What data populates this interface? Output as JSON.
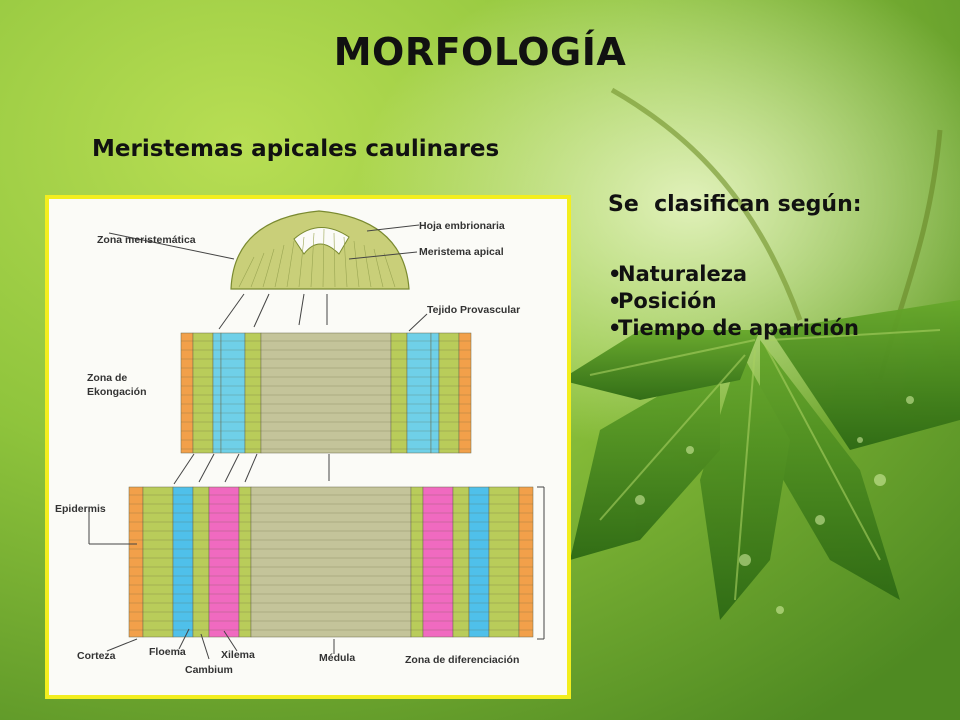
{
  "slide": {
    "title": "MORFOLOGÍA",
    "subtitle": "Meristemas apicales caulinares"
  },
  "panel": {
    "lead": "Se  clasifican según:",
    "items": [
      "Naturaleza",
      "Posición",
      "Tiempo de aparición"
    ]
  },
  "diagram": {
    "labels": {
      "hoja_embrionaria": "Hoja embrionaria",
      "zona_meristematica": "Zona meristemática",
      "meristema_apical": "Meristema apical",
      "tejido_provascular": "Tejido Provascular",
      "zona_de": "Zona de",
      "ekongacion": "Ekongación",
      "epidermis": "Epidermis",
      "corteza": "Corteza",
      "floema": "Floema",
      "xilema": "Xilema",
      "cambium": "Cambium",
      "medula": "Médula",
      "zona_diferenciacion": "Zona de diferenciación"
    }
  },
  "colors": {
    "frame": "#f3ee1e",
    "epidermis": "#f2a04a",
    "corteza": "#b9cc5a",
    "provascular": "#6fd0e8",
    "floema": "#4fc0ea",
    "cambium": "#f06ac0",
    "medula": "#c4c49a",
    "apex": "#c9cf79"
  }
}
